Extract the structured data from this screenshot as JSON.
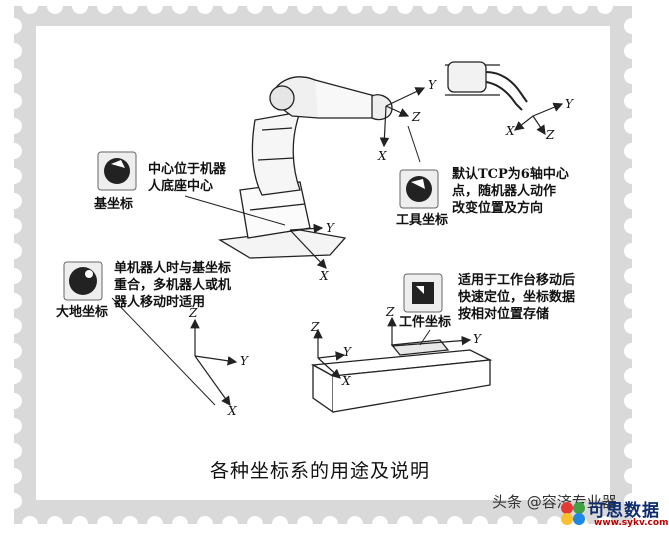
{
  "caption": "各种坐标系的用途及说明",
  "coordinate_systems": {
    "base": {
      "name": "基坐标",
      "description_lines": [
        "中心位于机器",
        "人底座中心"
      ],
      "icon": "base-frame-icon"
    },
    "tool": {
      "name": "工具坐标",
      "description_lines": [
        "默认TCP为6轴中心",
        "点，随机器人动作",
        "改变位置及方向"
      ],
      "icon": "tool-frame-icon"
    },
    "world": {
      "name": "大地坐标",
      "description_lines": [
        "单机器人时与基坐标",
        "重合，多机器人或机",
        "器人移动时适用"
      ],
      "icon": "world-frame-icon"
    },
    "work_object": {
      "name": "工件坐标",
      "description_lines": [
        "适用于工作台移动后",
        "快速定位，坐标数据",
        "按相对位置存储"
      ],
      "icon": "work-object-frame-icon"
    }
  },
  "axis_labels": {
    "x": "X",
    "y": "Y",
    "z": "Z"
  },
  "watermark": {
    "author": "头条 @容济专业器",
    "brand": "可思数据",
    "url": "www.sykv.com"
  },
  "colors": {
    "frame_border": "#cfcfcf",
    "line": "#222222",
    "text": "#111111"
  }
}
